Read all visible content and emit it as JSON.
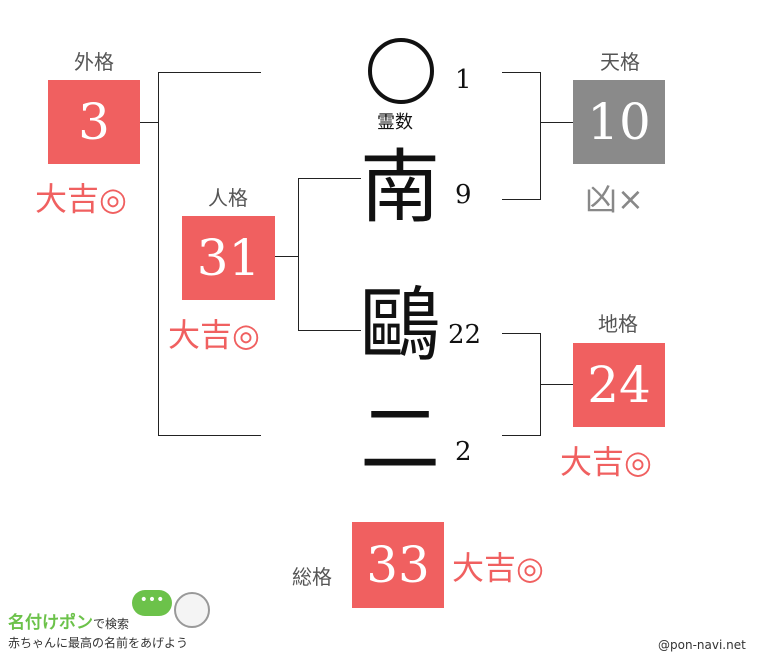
{
  "gaikaku": {
    "label": "外格",
    "value": "3",
    "fortune": "大吉◎",
    "color": "#f06060"
  },
  "jinkaku": {
    "label": "人格",
    "value": "31",
    "fortune": "大吉◎",
    "color": "#f06060"
  },
  "tenkaku": {
    "label": "天格",
    "value": "10",
    "fortune": "凶×",
    "color": "#8a8a8a"
  },
  "chikaku": {
    "label": "地格",
    "value": "24",
    "fortune": "大吉◎",
    "color": "#f06060"
  },
  "soukaku": {
    "label": "総格",
    "value": "33",
    "fortune": "大吉◎",
    "color": "#f06060"
  },
  "reisu": {
    "label": "霊数",
    "count": "1"
  },
  "name_chars": [
    {
      "char": "南",
      "strokes": "9"
    },
    {
      "char": "鷗",
      "strokes": "22"
    },
    {
      "char": "二",
      "strokes": "2"
    }
  ],
  "logo": {
    "title": "名付けポン",
    "sub": "で検索",
    "tagline": "赤ちゃんに最高の名前をあげよう"
  },
  "credit": "@pon-navi.net"
}
